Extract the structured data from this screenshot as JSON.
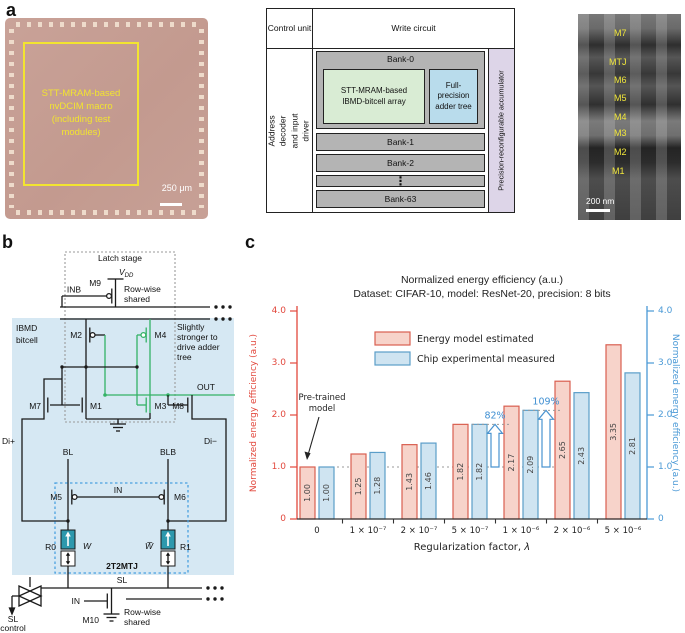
{
  "panels": {
    "a": "a",
    "b": "b",
    "c": "c"
  },
  "panel_a": {
    "chip": {
      "annotation": [
        "STT-MRAM-based",
        "nvDCIM macro",
        "(including test",
        "modules)"
      ],
      "scale_bar": "250 μm"
    },
    "diagram": {
      "control_unit": "Control unit",
      "write_circuit": "Write circuit",
      "address_decoder": "Address decoder and input driver",
      "accumulator": "Precision-reconfigurable accumulator",
      "bank0": "Bank-0",
      "bank1": "Bank-1",
      "bank2": "Bank-2",
      "bank63": "Bank-63",
      "bitcell_array": [
        "STT-MRAM-based",
        "IBMD-bitcell array"
      ],
      "adder_tree": [
        "Full-precision",
        "adder tree"
      ],
      "ellipsis": "⋮"
    },
    "tem": {
      "layers": [
        "M7",
        "MTJ",
        "M6",
        "M5",
        "M4",
        "M3",
        "M2",
        "M1"
      ],
      "scale_bar": "200 nm"
    }
  },
  "panel_b": {
    "labels": {
      "latch_stage": "Latch stage",
      "vdd_v": "V",
      "vdd_sub": "DD",
      "m9": "M9",
      "row_wise_top": [
        "Row-wise",
        "shared"
      ],
      "inb": "INB",
      "ibmd": [
        "IBMD",
        "bitcell"
      ],
      "m2": "M2",
      "m4": "M4",
      "note": [
        "Slightly",
        "stronger to",
        "drive adder",
        "tree"
      ],
      "out": "OUT",
      "m7": "M7",
      "m1": "M1",
      "m3": "M3",
      "m8": "M8",
      "di_plus": "Di+",
      "di_minus": "Di−",
      "bl": "BL",
      "blb": "BLB",
      "in_mid": "IN",
      "m5": "M5",
      "m6": "M6",
      "r0": "R0",
      "r1": "R1",
      "w": "W",
      "w_bar": "W̅",
      "box_2t2mtj": "2T2MTJ",
      "sl": "SL",
      "sl_control": [
        "SL",
        "control"
      ],
      "in_bottom": "IN",
      "m10": "M10",
      "row_wise_bottom": [
        "Row-wise",
        "shared"
      ]
    }
  },
  "chart_data": {
    "type": "bar",
    "title": "Normalized energy efficiency (a.u.)",
    "subtitle": "Dataset: CIFAR-10, model: ResNet-20, precision: 8 bits",
    "categories": [
      "0",
      "1 × 10⁻⁷",
      "2 × 10⁻⁷",
      "5 × 10⁻⁷",
      "1 × 10⁻⁶",
      "2 × 10⁻⁶",
      "5 × 10⁻⁶"
    ],
    "xlabel_prefix": "Regularization factor, ",
    "xlabel_symbol": "λ",
    "ylabel_left": "Normalized energy efficiency (a.u.)",
    "ylabel_right": "Normalized energy efficiency (a.u.)",
    "ylim": [
      0,
      4.0
    ],
    "yticks": [
      0,
      1.0,
      2.0,
      3.0,
      4.0
    ],
    "baseline": 1.0,
    "series": [
      {
        "name": "Energy model estimated",
        "fill": "#f7d3ca",
        "stroke": "#d95f50",
        "values": [
          1.0,
          1.25,
          1.43,
          1.82,
          2.17,
          2.65,
          3.35
        ]
      },
      {
        "name": "Chip experimental measured",
        "fill": "#cfe4f1",
        "stroke": "#5b9ec9",
        "values": [
          1.0,
          1.28,
          1.46,
          1.82,
          2.09,
          2.43,
          2.81
        ]
      }
    ],
    "annotations": {
      "pretrained": [
        "Pre-trained",
        "model"
      ],
      "gains": [
        {
          "index": 3,
          "label": "82%"
        },
        {
          "index": 4,
          "label": "109%"
        }
      ]
    },
    "axis_colors": {
      "left": "#e2483d",
      "right": "#4a99d6"
    }
  }
}
